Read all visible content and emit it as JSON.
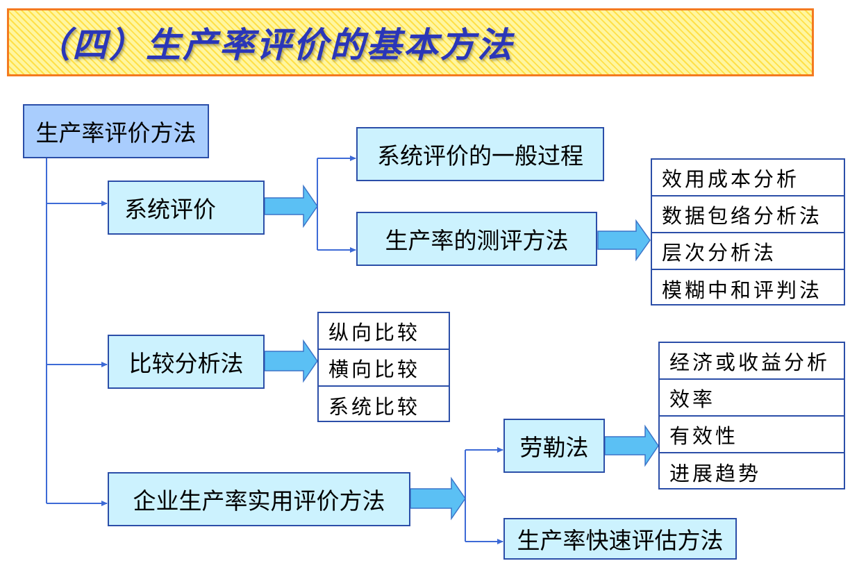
{
  "title": "（四）生产率评价的基本方法",
  "root": "生产率评价方法",
  "branches": {
    "system": {
      "label": "系统评价",
      "children": {
        "general": "系统评价的一般过程",
        "measure": "生产率的测评方法"
      },
      "measure_methods": [
        "效用成本分析",
        "数据包络分析法",
        "层次分析法",
        "模糊中和评判法"
      ]
    },
    "comparison": {
      "label": "比较分析法",
      "items": [
        "纵向比较",
        "横向比较",
        "系统比较"
      ]
    },
    "enterprise": {
      "label": "企业生产率实用评价方法",
      "children": {
        "lovell": "劳勒法",
        "quick": "生产率快速评估方法"
      },
      "lovell_items": [
        "经济或收益分析",
        "效率",
        "有效性",
        "进展趋势"
      ]
    }
  },
  "colors": {
    "root_fill": "#a9cdfd",
    "box_fill": "#ccf2fe",
    "border": "#2b4ea8",
    "line": "#3d6ad6",
    "arrow_fill": "#5bc0f4",
    "title_text": "#2a36b8",
    "title_border": "#f47a20",
    "title_fill": "#fff6a0"
  }
}
